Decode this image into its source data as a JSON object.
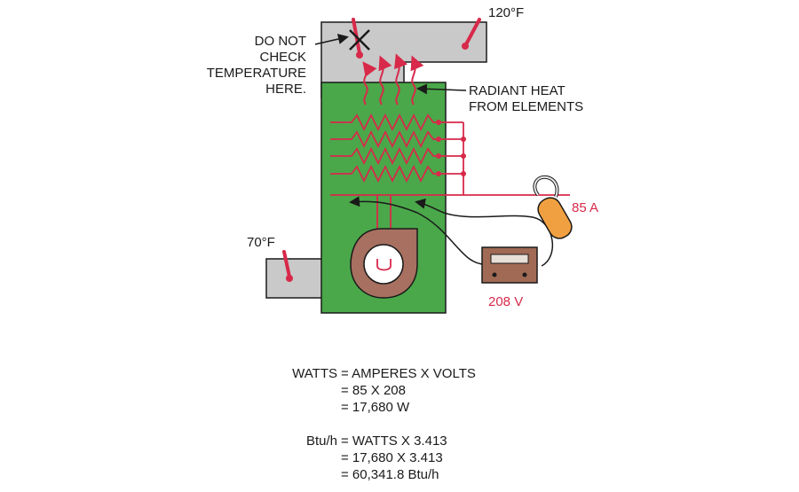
{
  "labels": {
    "do_not_check": [
      "DO NOT",
      "CHECK",
      "TEMPERATURE",
      "HERE."
    ],
    "supply_temp": "120°F",
    "return_temp": "70°F",
    "radiant_heat": [
      "RADIANT HEAT",
      "FROM ELEMENTS"
    ],
    "amperage": "85 A",
    "voltage": "208 V"
  },
  "equations": {
    "watts": {
      "lhs": "WATTS",
      "steps": [
        {
          "text": "= AMPERES X VOLTS",
          "highlight": false
        },
        {
          "text": "= 85 X 208",
          "highlight": true
        },
        {
          "text": "= 17,680 W",
          "highlight": false
        }
      ]
    },
    "btu": {
      "lhs": "Btu/h",
      "steps": [
        {
          "text": "= WATTS X 3.413",
          "highlight": false
        },
        {
          "text": "= 17,680 X 3.413",
          "highlight": false
        },
        {
          "text": "= 60,341.8 Btu/h",
          "highlight": false
        }
      ]
    }
  },
  "colors": {
    "furnace_body": "#4aa84a",
    "duct": "#c9c9c9",
    "heat": "#d8294a",
    "blower": "#a77060",
    "meter": "#a06a55",
    "clamp": "#f0a040"
  }
}
